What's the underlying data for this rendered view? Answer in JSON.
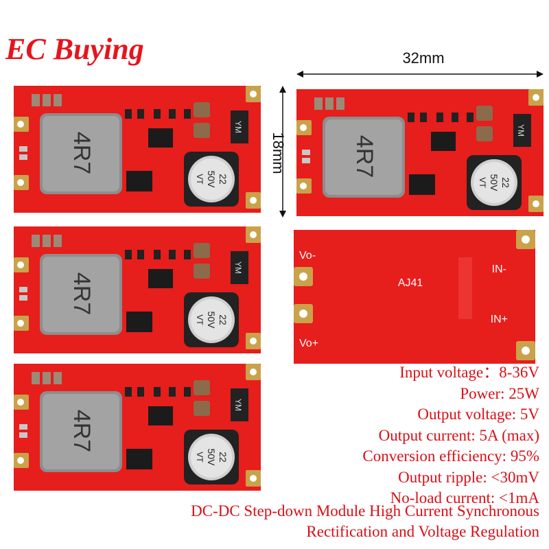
{
  "brand": {
    "name": "EC Buying",
    "color": "#e8141c"
  },
  "dimensions": {
    "width_label": "32mm",
    "height_label": "18mm"
  },
  "board_top": {
    "inductor_marking": "4R7",
    "capacitor_value": "22",
    "capacitor_rating": "50V",
    "capacitor_code": "VT",
    "diode_marking": "YM",
    "pcb_color": "#e8201e"
  },
  "board_bottom": {
    "pad_vo_minus": "Vo-",
    "pad_vo_plus": "Vo+",
    "pad_in_minus": "IN-",
    "pad_in_plus": "IN+",
    "model": "AJ41"
  },
  "specs": [
    {
      "label": "Input voltage：",
      "value": "8-36V"
    },
    {
      "label": "Power: ",
      "value": "25W"
    },
    {
      "label": "Output voltage: ",
      "value": "5V"
    },
    {
      "label": "Output current: ",
      "value": "5A (max)"
    },
    {
      "label": "Conversion efficiency: ",
      "value": "95%"
    },
    {
      "label": "Output ripple: ",
      "value": "<30mV"
    },
    {
      "label": "No-load current: ",
      "value": "<1mA"
    }
  ],
  "description": {
    "line1": "DC-DC Step-down Module High Current Synchronous",
    "line2": "Rectification and Voltage Regulation"
  },
  "text_color": "#d90f16"
}
